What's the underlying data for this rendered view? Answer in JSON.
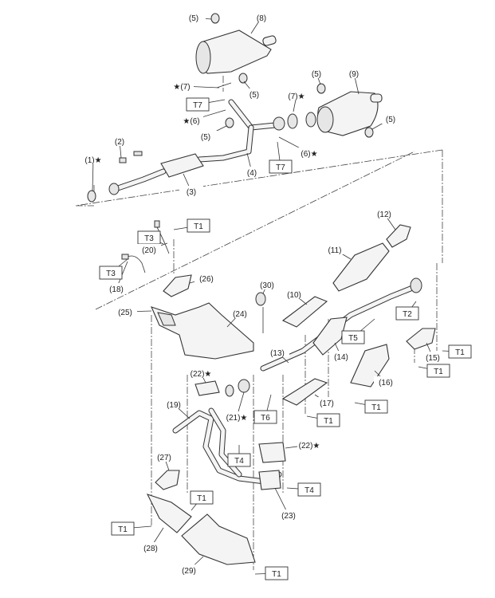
{
  "diagram": {
    "callouts": [
      {
        "text": "(5)"
      },
      {
        "text": "(8)"
      },
      {
        "text": "★(7)"
      },
      {
        "text": "(5)"
      },
      {
        "text": "T7",
        "boxed": true
      },
      {
        "text": "★(6)"
      },
      {
        "text": "(7)★"
      },
      {
        "text": "(5)"
      },
      {
        "text": "(9)"
      },
      {
        "text": "(5)"
      },
      {
        "text": "(5)"
      },
      {
        "text": "(6)★"
      },
      {
        "text": "T7",
        "boxed": true
      },
      {
        "text": "(4)"
      },
      {
        "text": "(2)"
      },
      {
        "text": "(1)★"
      },
      {
        "text": "(3)"
      },
      {
        "text": "(12)"
      },
      {
        "text": "T1",
        "boxed": true
      },
      {
        "text": "T3",
        "boxed": true
      },
      {
        "text": "(20)"
      },
      {
        "text": "T3",
        "boxed": true
      },
      {
        "text": "(18)"
      },
      {
        "text": "(26)"
      },
      {
        "text": "(30)"
      },
      {
        "text": "(11)"
      },
      {
        "text": "(10)"
      },
      {
        "text": "(25)"
      },
      {
        "text": "(24)"
      },
      {
        "text": "T2",
        "boxed": true
      },
      {
        "text": "T5",
        "boxed": true
      },
      {
        "text": "(13)"
      },
      {
        "text": "(14)"
      },
      {
        "text": "(15)"
      },
      {
        "text": "T1",
        "boxed": true
      },
      {
        "text": "T1",
        "boxed": true
      },
      {
        "text": "(22)★"
      },
      {
        "text": "(16)"
      },
      {
        "text": "(17)"
      },
      {
        "text": "T1",
        "boxed": true
      },
      {
        "text": "(19)"
      },
      {
        "text": "(21)★"
      },
      {
        "text": "T6",
        "boxed": true
      },
      {
        "text": "T1",
        "boxed": true
      },
      {
        "text": "(22)★"
      },
      {
        "text": "T4",
        "boxed": true
      },
      {
        "text": "(27)"
      },
      {
        "text": "T4",
        "boxed": true
      },
      {
        "text": "T1",
        "boxed": true
      },
      {
        "text": "(23)"
      },
      {
        "text": "T1",
        "boxed": true
      },
      {
        "text": "(28)"
      },
      {
        "text": "(29)"
      },
      {
        "text": "T1",
        "boxed": true
      }
    ]
  }
}
